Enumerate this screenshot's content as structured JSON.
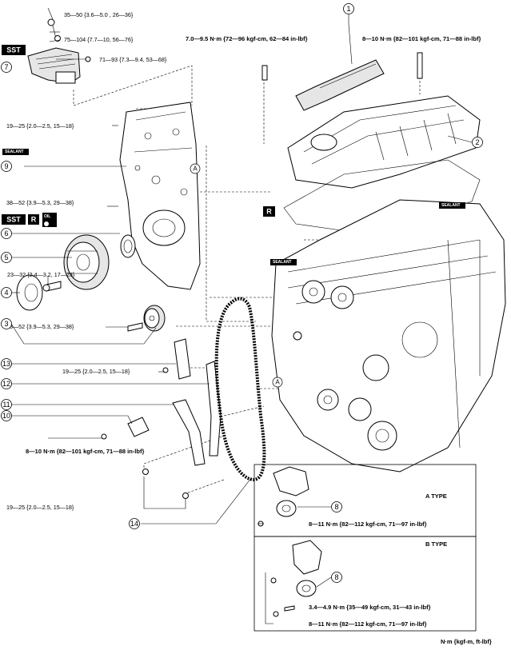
{
  "torques": {
    "t1": "35—50 {3.6—5.0 , 26—36}",
    "t2": "75—104 {7.7—10, 56—76}",
    "t3": "71—93 {7.3—9.4, 53—68}",
    "t4": "7.0—9.5 N·m {72—96 kgf-cm, 62—84 in-lbf}",
    "t5": "8—10 N·m {82—101 kgf-cm, 71—88 in-lbf}",
    "t6": "19—25 {2.0—2.5, 15—18}",
    "t7": "38—52 {3.9—5.3, 29—38}",
    "t8": "23—32 {2.4—3.2, 17—23}",
    "t9": "38—52 {3.9—5.3, 29—38}",
    "t10": "19—25 {2.0—2.5, 15—18}",
    "t11": "8—10 N·m {82—101 kgf-cm, 71—88 in-lbf}",
    "t12": "19—25 {2.0—2.5, 15—18}",
    "t13": "8—11 N·m {82—112 kgf-cm, 71—97 in-lbf}",
    "t14": "3.4—4.9 N·m {35—49 kgf-cm, 31—43 in-lbf}",
    "t15": "8—11 N·m {82—112 kgf-cm, 71—97 in-lbf}"
  },
  "callouts": [
    "1",
    "2",
    "3",
    "4",
    "5",
    "6",
    "7",
    "8",
    "9",
    "10",
    "11",
    "12",
    "13",
    "14"
  ],
  "tags": {
    "sst": "SST",
    "r": "R",
    "sealant": "SEALANT",
    "oil": "OIL"
  },
  "refs": {
    "a": "A"
  },
  "boxes": {
    "a_type": "A TYPE",
    "b_type": "B TYPE"
  },
  "units": "N·m {kgf-m, ft-lbf}"
}
